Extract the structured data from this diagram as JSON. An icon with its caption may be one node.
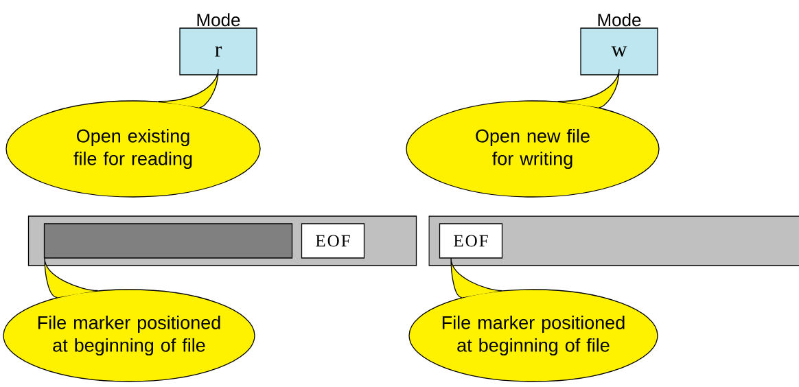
{
  "diagram": {
    "nodes": [
      {
        "text": [
          "Mode",
          "r"
        ]
      },
      {
        "text": [
          "Open existing file for reading"
        ]
      },
      {
        "text": [
          "Mode",
          "w"
        ]
      },
      {
        "text": [
          "Open new file for writing"
        ]
      },
      {
        "text": [],
        "shape": "bar"
      },
      {
        "text": [],
        "shape": "box",
        "in": 4
      },
      {
        "text": [
          "EOF"
        ],
        "in": 4
      },
      {
        "text": [
          "File marker positioned at beginning of file"
        ]
      },
      {
        "text": [],
        "shape": "bar"
      },
      {
        "text": [
          "EOF"
        ],
        "in": 8
      },
      {
        "text": [
          "File marker positioned at beginning of file"
        ]
      }
    ],
    "edges": [
      {
        "from": 1,
        "to": 0,
        "arrow": "none"
      },
      {
        "from": 3,
        "to": 2,
        "arrow": "none"
      },
      {
        "from": 7,
        "to": 5,
        "arrow": "none"
      },
      {
        "from": 10,
        "to": 9,
        "arrow": "none"
      }
    ]
  }
}
